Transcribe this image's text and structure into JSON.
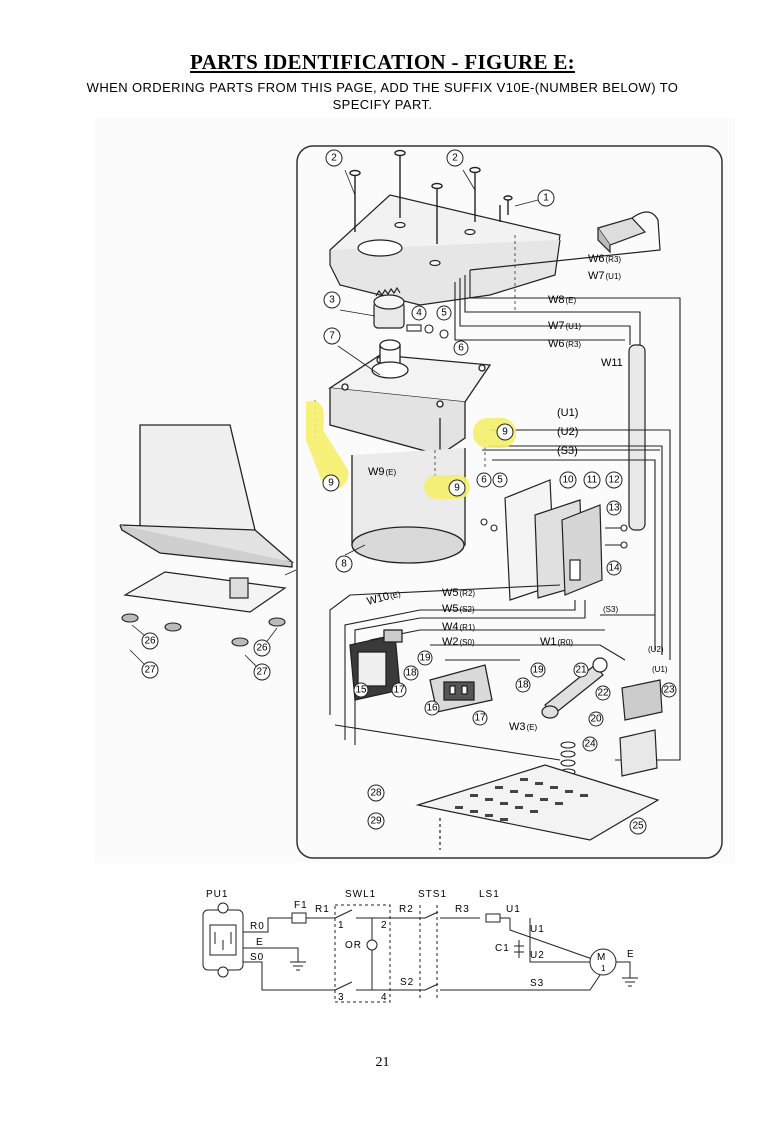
{
  "page": {
    "title": "PARTS IDENTIFICATION - FIGURE E:",
    "subtitle_line1": "WHEN ORDERING PARTS FROM THIS PAGE, ADD THE SUFFIX V10E-(NUMBER BELOW) TO",
    "subtitle_line2": "SPECIFY PART.",
    "page_number": "21"
  },
  "highlight_color": "#f5f06a",
  "wires": {
    "w6_top": "W6",
    "w6_top_code": "(R3)",
    "w7_top": "W7",
    "w7_top_code": "(U1)",
    "w8": "W8",
    "w8_code": "(E)",
    "w7": "W7",
    "w7_code": "(U1)",
    "w6": "W6",
    "w6_code": "(R3)",
    "w11": "W11",
    "u1": "(U1)",
    "u2": "(U2)",
    "s3": "(S3)",
    "w9": "W9",
    "w9_code": "(E)",
    "w10": "W10",
    "w10_code": "(E)",
    "w5_r2": "W5",
    "w5_r2_code": "(R2)",
    "w5_s2": "W5",
    "w5_s2_code": "(S2)",
    "w4": "W4",
    "w4_code": "(R1)",
    "w2": "W2",
    "w2_code": "(S0)",
    "w1": "W1",
    "w1_code": "(R0)",
    "w3": "W3",
    "w3_code": "(E)",
    "s3_lower": "(S3)",
    "u2_lower": "(U2)",
    "u1_lower": "(U1)"
  },
  "part_numbers": [
    "1",
    "2",
    "2",
    "3",
    "4",
    "5",
    "6",
    "7",
    "8",
    "9",
    "9",
    "9",
    "9",
    "10",
    "11",
    "12",
    "13",
    "14",
    "15",
    "16",
    "17",
    "17",
    "18",
    "18",
    "19",
    "19",
    "20",
    "21",
    "22",
    "23",
    "24",
    "25",
    "26",
    "26",
    "27",
    "27",
    "28",
    "29",
    "5",
    "6"
  ],
  "schematic": {
    "pu1": "PU1",
    "f1": "F1",
    "r1": "R1",
    "swl1": "SWL1",
    "sts1": "STS1",
    "ls1": "LS1",
    "r0": "R0",
    "e": "E",
    "s0": "S0",
    "or": "OR",
    "n1": "1",
    "n2": "2",
    "n3": "3",
    "n4": "4",
    "r2": "R2",
    "r3": "R3",
    "u1_top": "U1",
    "u1": "U1",
    "u2": "U2",
    "c1": "C1",
    "s2": "S2",
    "s3": "S3",
    "m1": "M",
    "m1_sub": "1",
    "e_motor": "E"
  }
}
